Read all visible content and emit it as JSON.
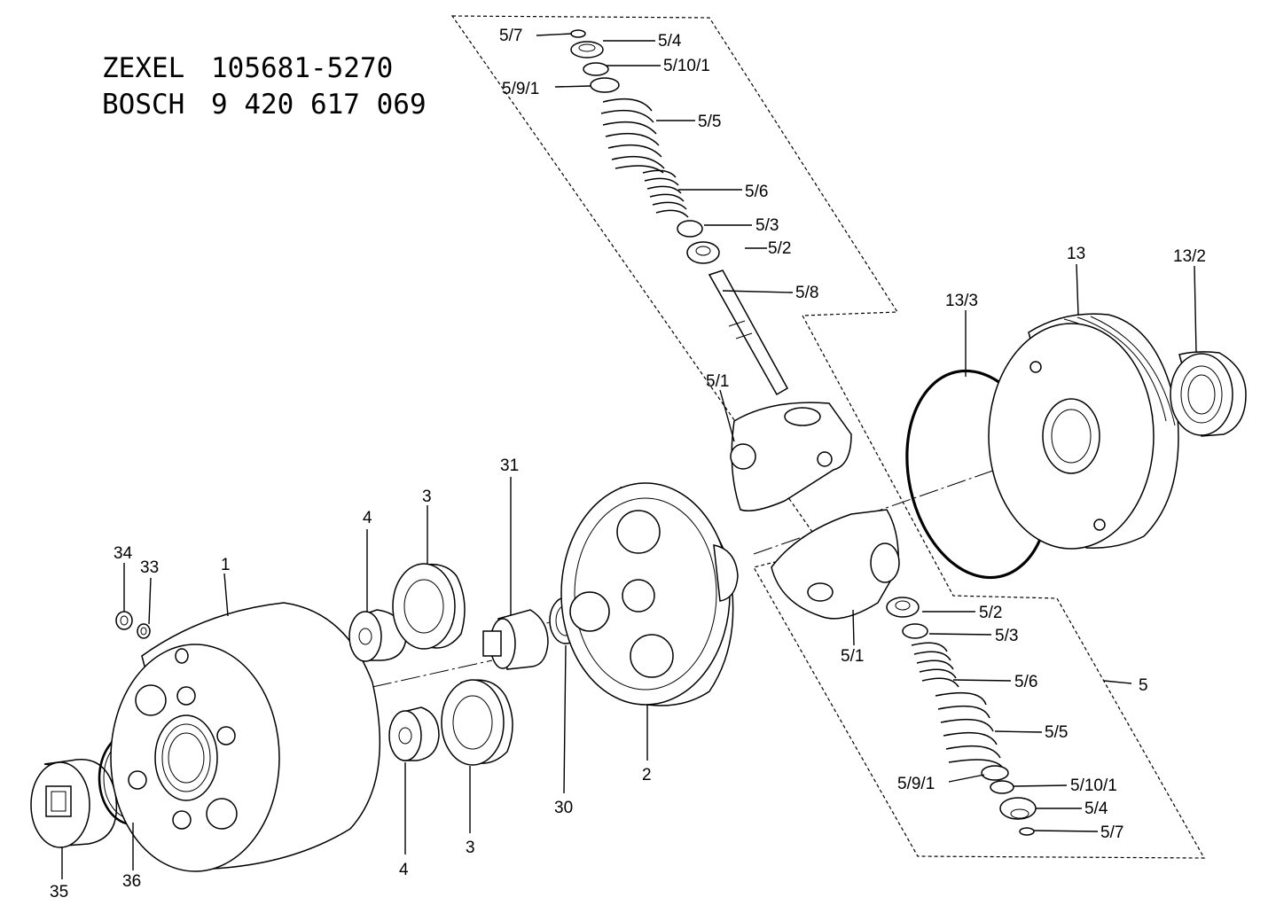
{
  "header": {
    "line1": {
      "brand": "ZEXEL",
      "number": "105681-5270"
    },
    "line2": {
      "brand": "BOSCH",
      "number": "9 420 617 069"
    }
  },
  "callouts": [
    {
      "id": "c1",
      "label": "1"
    },
    {
      "id": "c2",
      "label": "2"
    },
    {
      "id": "c3a",
      "label": "3"
    },
    {
      "id": "c3b",
      "label": "3"
    },
    {
      "id": "c4a",
      "label": "4"
    },
    {
      "id": "c4b",
      "label": "4"
    },
    {
      "id": "c5",
      "label": "5"
    },
    {
      "id": "c13",
      "label": "13"
    },
    {
      "id": "c13_2",
      "label": "13/2"
    },
    {
      "id": "c13_3",
      "label": "13/3"
    },
    {
      "id": "c30",
      "label": "30"
    },
    {
      "id": "c31",
      "label": "31"
    },
    {
      "id": "c33",
      "label": "33"
    },
    {
      "id": "c34",
      "label": "34"
    },
    {
      "id": "c35",
      "label": "35"
    },
    {
      "id": "c36",
      "label": "36"
    },
    {
      "id": "c5_1a",
      "label": "5/1"
    },
    {
      "id": "c5_1b",
      "label": "5/1"
    },
    {
      "id": "c5_2a",
      "label": "5/2"
    },
    {
      "id": "c5_2b",
      "label": "5/2"
    },
    {
      "id": "c5_3a",
      "label": "5/3"
    },
    {
      "id": "c5_3b",
      "label": "5/3"
    },
    {
      "id": "c5_4a",
      "label": "5/4"
    },
    {
      "id": "c5_4b",
      "label": "5/4"
    },
    {
      "id": "c5_5a",
      "label": "5/5"
    },
    {
      "id": "c5_5b",
      "label": "5/5"
    },
    {
      "id": "c5_6a",
      "label": "5/6"
    },
    {
      "id": "c5_6b",
      "label": "5/6"
    },
    {
      "id": "c5_7a",
      "label": "5/7"
    },
    {
      "id": "c5_7b",
      "label": "5/7"
    },
    {
      "id": "c5_8",
      "label": "5/8"
    },
    {
      "id": "c5_9_1a",
      "label": "5/9/1"
    },
    {
      "id": "c5_9_1b",
      "label": "5/9/1"
    },
    {
      "id": "c5_10_1a",
      "label": "5/10/1"
    },
    {
      "id": "c5_10_1b",
      "label": "5/10/1"
    }
  ]
}
